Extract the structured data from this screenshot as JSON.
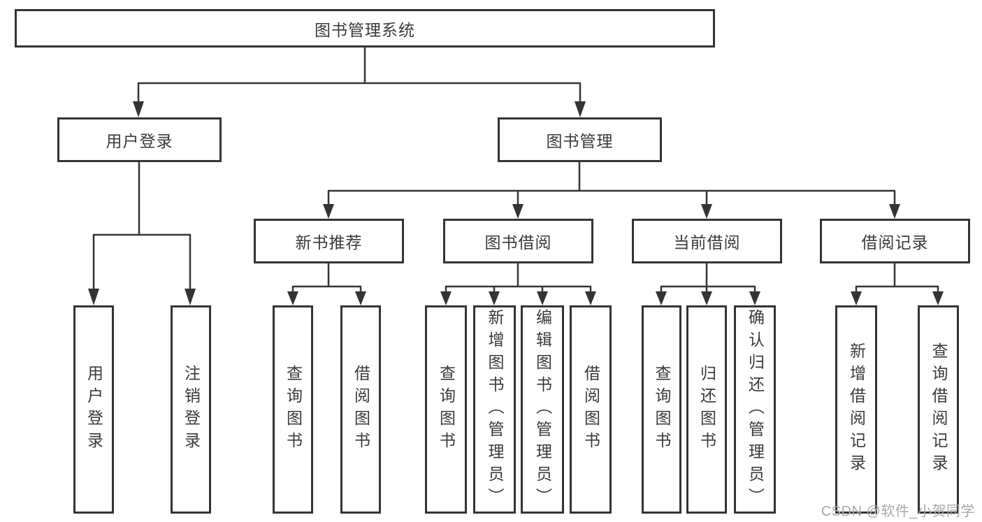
{
  "diagram": {
    "root": "图书管理系统",
    "branches": [
      {
        "label": "用户登录",
        "children": [
          {
            "label": "用户登录"
          },
          {
            "label": "注销登录"
          }
        ]
      },
      {
        "label": "图书管理",
        "children": [
          {
            "label": "新书推荐",
            "children": [
              {
                "label": "查询图书"
              },
              {
                "label": "借阅图书"
              }
            ]
          },
          {
            "label": "图书借阅",
            "children": [
              {
                "label": "查询图书"
              },
              {
                "label": "新增图书（管理员）"
              },
              {
                "label": "编辑图书（管理员）"
              },
              {
                "label": "借阅图书"
              }
            ]
          },
          {
            "label": "当前借阅",
            "children": [
              {
                "label": "查询图书"
              },
              {
                "label": "归还图书"
              },
              {
                "label": "确认归还（管理员）"
              }
            ]
          },
          {
            "label": "借阅记录",
            "children": [
              {
                "label": "新增借阅记录"
              },
              {
                "label": "查询借阅记录"
              }
            ]
          }
        ]
      }
    ]
  },
  "watermark": {
    "text": "CSDN @软件_小贺同学"
  },
  "colors": {
    "line": "#343434",
    "box_border": "#343434",
    "text": "#3a3a3a",
    "watermark": "#a8a8a8",
    "background": "#ffffff"
  }
}
